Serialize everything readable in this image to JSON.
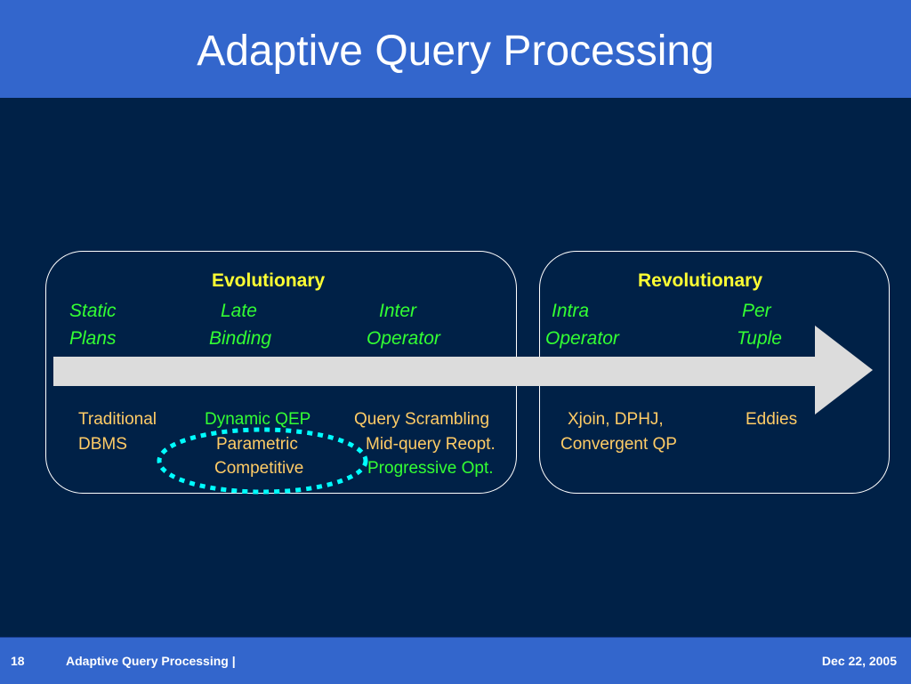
{
  "slide": {
    "title": "Adaptive Query Processing"
  },
  "groups": {
    "evolutionary": {
      "label": "Evolutionary"
    },
    "revolutionary": {
      "label": "Revolutionary"
    }
  },
  "spectrum": [
    {
      "line1": "Static",
      "line2": "Plans"
    },
    {
      "line1": "Late",
      "line2": "Binding"
    },
    {
      "line1": "Inter",
      "line2": "Operator"
    },
    {
      "line1": "Intra",
      "line2": "Operator"
    },
    {
      "line1": "Per",
      "line2": "Tuple"
    }
  ],
  "systems": {
    "traditional": {
      "line1": "Traditional",
      "line2": "DBMS"
    },
    "late_binding": {
      "line1": "Dynamic QEP",
      "line2": "Parametric",
      "line3": "Competitive"
    },
    "inter_operator": {
      "line1": "Query Scrambling",
      "line2": "Mid-query Reopt.",
      "line3": "Progressive Opt."
    },
    "intra_operator": {
      "line1": "Xjoin, DPHJ,",
      "line2": "Convergent QP"
    },
    "per_tuple": {
      "line1": "Eddies"
    }
  },
  "footer": {
    "page_number": "18",
    "title": "Adaptive Query Processing |",
    "date": "Dec 22, 2005"
  },
  "colors": {
    "header_bar": "#3366cc",
    "background": "#002147",
    "heading": "#ffff33",
    "spectrum_label": "#33ff33",
    "system_label": "#ffcc66",
    "highlight": "#00ffff",
    "arrow": "#dcdcdc"
  }
}
